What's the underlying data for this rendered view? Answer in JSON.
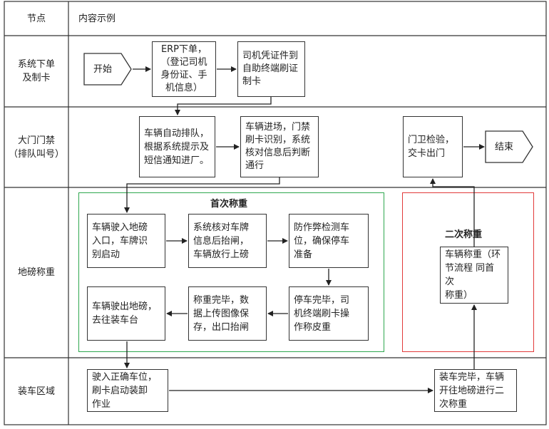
{
  "header": {
    "col1": "节点",
    "col2": "内容示例"
  },
  "lanes": [
    {
      "label": "系统下单\n及制卡"
    },
    {
      "label": "大门门禁\n（排队叫号）"
    },
    {
      "label": "地磅称重"
    },
    {
      "label": "装车区域"
    }
  ],
  "nodes": {
    "start": "开始",
    "erp": "ERP下单，\n（登记司机\n身份证、手\n机信息）",
    "self_card": "司机凭证件到\n自助终端刷证\n制卡",
    "queue": "车辆自动排队，\n根据系统提示及\n短信通知进厂。",
    "gate_in": "车辆进场，门禁\n刷卡识别，系统\n核对信息后判断\n通行",
    "guard": "门卫检验，\n交卡出门",
    "end": "结束",
    "w1": "车辆驶入地磅\n入口，车牌识\n别启动",
    "w2": "系统核对车牌\n信息后抬闸，\n车辆放行上磅",
    "w3": "防作弊检测车\n位，确保停车\n准备",
    "w4": "停车完毕，司\n机终端刷卡操\n作称皮重",
    "w5": "称重完毕，数\n据上传图像保\n存，出口抬闸",
    "w6": "车辆驶出地磅，\n去往装车台",
    "w7": "车辆称重（环\n节流程 同首次\n称重）",
    "load1": "驶入正确车位，\n刷卡启动装卸\n作业",
    "load2": "装车完毕，车辆\n开往地磅进行二\n次称重"
  },
  "groups": {
    "first_weigh": "首次称重",
    "second_weigh": "二次称重"
  },
  "colors": {
    "first_weigh_border": "#2fa84f",
    "second_weigh_border": "#e23a3a",
    "line": "#333333"
  }
}
